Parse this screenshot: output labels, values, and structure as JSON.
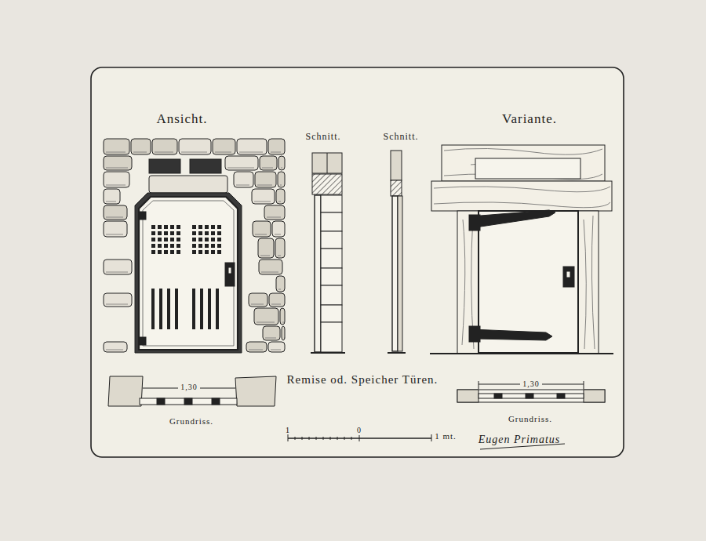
{
  "diagram": {
    "title": "Remise od. Speicher Türen.",
    "labels": [
      "Ansicht.",
      "Schnitt.",
      "Schnitt.",
      "Variante.",
      "1,30",
      "1,30",
      "Grundriss.",
      "Grundriss.",
      "1",
      "0",
      "1 mt.",
      "Eugen Primatus"
    ]
  }
}
